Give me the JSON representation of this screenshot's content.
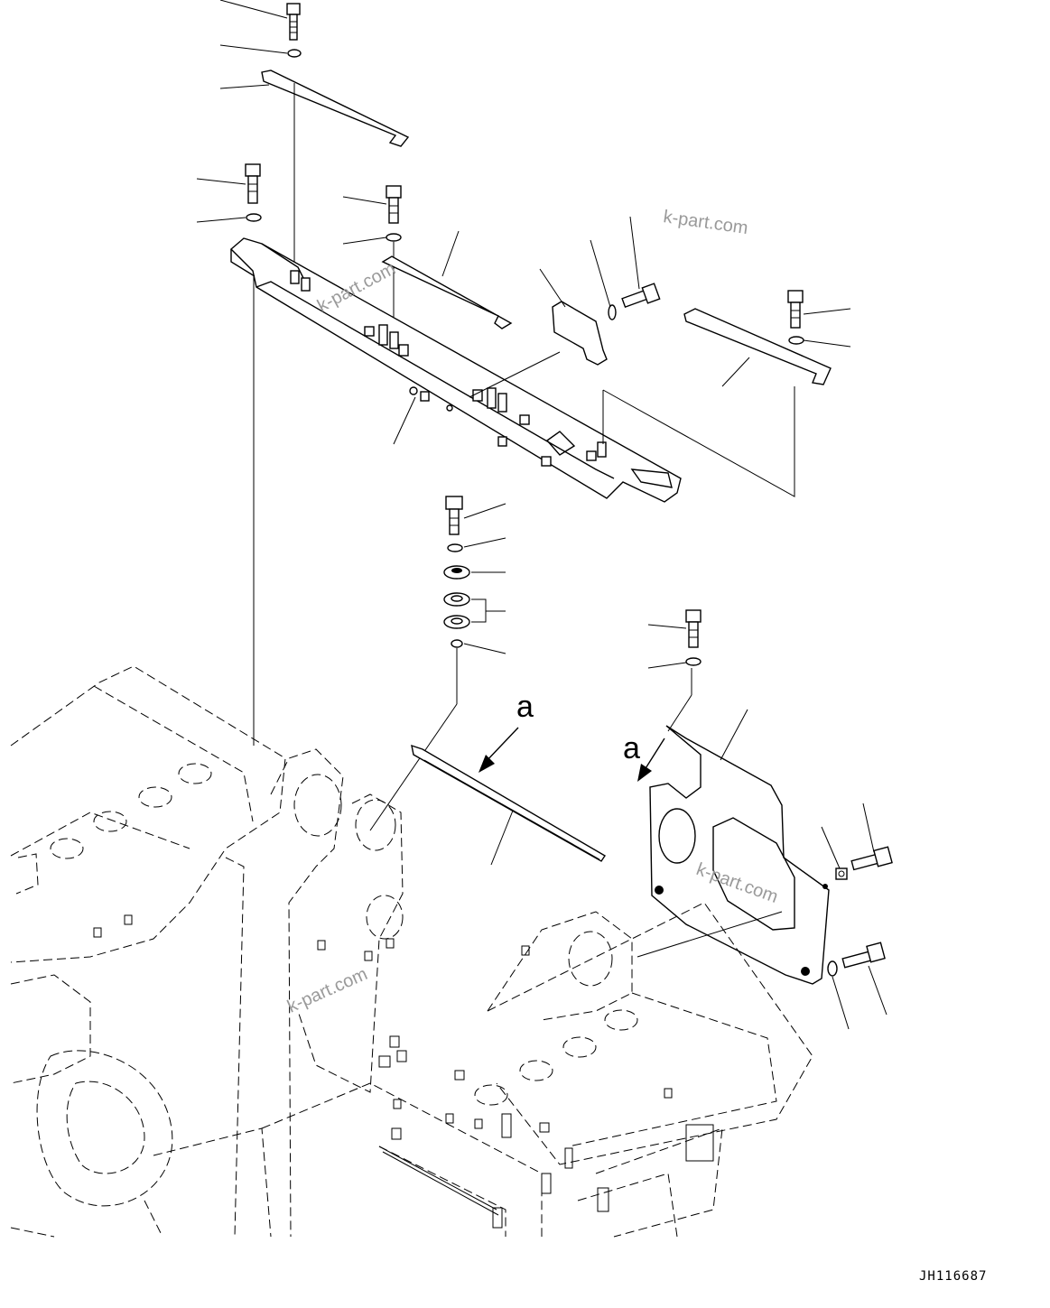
{
  "watermarks": [
    "k-part.com",
    "k-part.com",
    "k-part.com",
    "k-part.com"
  ],
  "view_labels": [
    "a",
    "a"
  ],
  "drawing_code": "JH116687",
  "colors": {
    "line": "#000000",
    "background": "#ffffff",
    "watermark": "#9a9a9a"
  }
}
